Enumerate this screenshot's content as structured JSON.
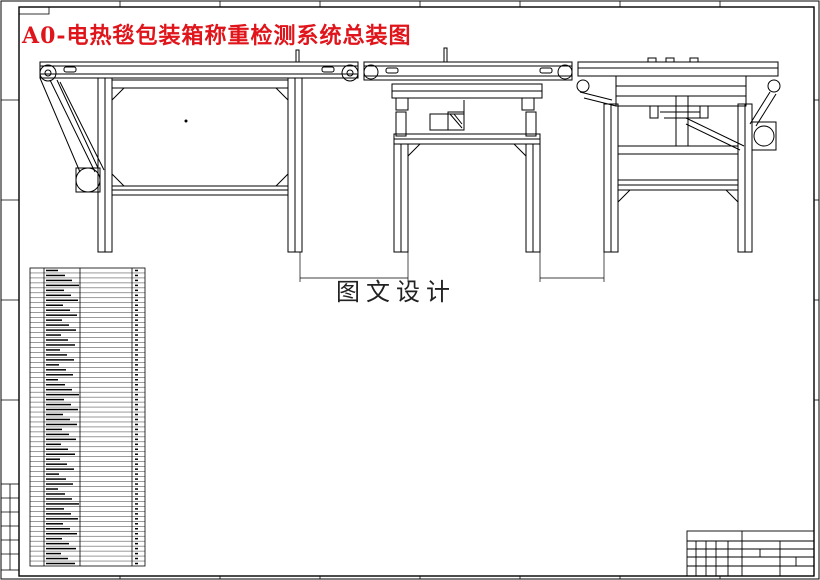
{
  "drawing": {
    "title": "A0-电热毯包装箱称重检测系统总装图",
    "watermark": "图文设计"
  },
  "bom": {
    "row_count": 60
  },
  "colors": {
    "title_red": "#e0151b",
    "line": "#000000",
    "background": "#ffffff"
  }
}
